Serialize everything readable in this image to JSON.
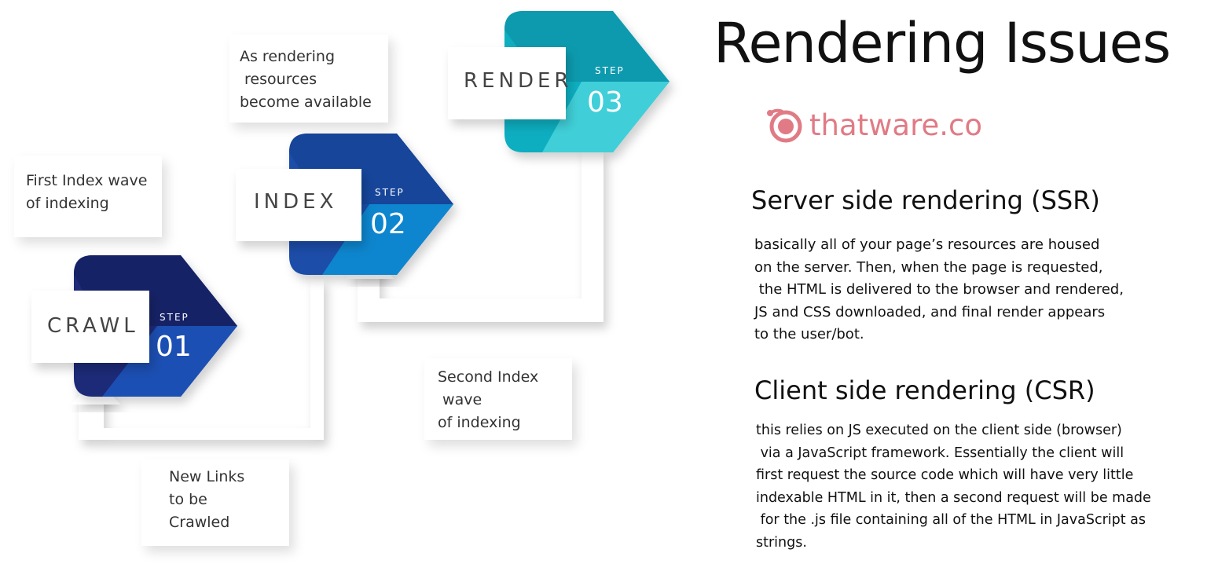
{
  "title": "Rendering Issues",
  "brand": {
    "name": "thatware.co",
    "icon": "logo-icon",
    "color": "#e07b85"
  },
  "steps": [
    {
      "name": "CRAWL",
      "step_word": "STEP",
      "number": "01",
      "colors": [
        "#1a2a78",
        "#1d4fb3",
        "#152266"
      ]
    },
    {
      "name": "INDEX",
      "step_word": "STEP",
      "number": "02",
      "colors": [
        "#1a4ea8",
        "#0d86cf",
        "#12449a"
      ]
    },
    {
      "name": "RENDER",
      "step_word": "STEP",
      "number": "03",
      "colors": [
        "#11aec0",
        "#3fcfd8",
        "#0d9aae"
      ]
    }
  ],
  "notes": {
    "first_index": "First Index wave\nof indexing",
    "as_rendering": "As rendering\n resources\nbecome available",
    "second_index": "Second Index\n wave\nof indexing",
    "new_links": "New Links\nto be\nCrawled"
  },
  "ssr": {
    "heading": "Server side rendering (SSR)",
    "text": "basically all of your page’s resources are housed\non the server. Then, when the page is requested,\n the HTML is delivered to the browser and rendered,\nJS and CSS downloaded, and final render appears\nto the user/bot."
  },
  "csr": {
    "heading": "Client side rendering (CSR)",
    "text": "this relies on JS executed on the client side (browser)\n via a JavaScript framework. Essentially the client will\nfirst request the source code which will have very little\nindexable HTML in it, then a second request will be made\n for the .js file containing all of the HTML in JavaScript as\nstrings."
  }
}
